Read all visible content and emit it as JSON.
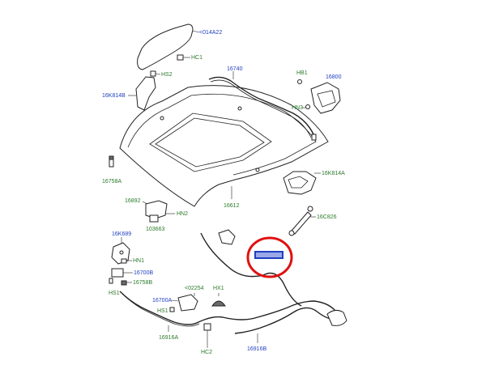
{
  "colors": {
    "label_blue": "#1f3fbf",
    "label_green": "#2a7a2a",
    "highlight": "#e01010"
  },
  "labels": {
    "l_014a22": "<014A22",
    "l_hc1": "HC1",
    "l_hs2": "HS2",
    "l_16k814b": "16K814B",
    "l_16740": "16740",
    "l_hb1": "HB1",
    "l_16800": "16800",
    "l_hn3": "HN3",
    "l_16758a": "16758A",
    "l_16k814a": "16K814A",
    "l_16892": "16892",
    "l_hn2": "HN2",
    "l_16612": "16612",
    "l_16c826": "16C826",
    "l_103663": "103663",
    "l_16k689": "16K689",
    "l_hn1": "HN1",
    "l_16700b": "16700B",
    "l_16758b": "16758B",
    "l_hs1_top": "HS1",
    "l_16700a": "16700A",
    "l_02254": "<02254",
    "l_hx1": "HX1",
    "l_hs1_bottom": "HS1",
    "l_16916a": "16916A",
    "l_hc2": "HC2",
    "l_16916b": "16916B"
  }
}
